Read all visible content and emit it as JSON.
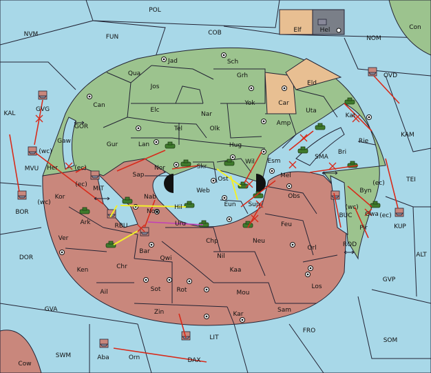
{
  "map": {
    "title": "",
    "legend": {
      "items": [
        {
          "label": "Elf",
          "color": "#e8bf92"
        },
        {
          "label": "Hel",
          "color": "#7a7f88"
        }
      ]
    },
    "colors": {
      "sea": "#a8d8e8",
      "green": "#9cc38e",
      "red": "#c9877c",
      "tan": "#e8bf92"
    },
    "provinces": [
      {
        "name": "POL"
      },
      {
        "name": "NVM"
      },
      {
        "name": "FUN"
      },
      {
        "name": "COB"
      },
      {
        "name": "NOM"
      },
      {
        "name": "Con"
      },
      {
        "name": "OVD"
      },
      {
        "name": "KAL"
      },
      {
        "name": "KAM"
      },
      {
        "name": "TEI"
      },
      {
        "name": "ALT"
      },
      {
        "name": "BOR"
      },
      {
        "name": "DOR"
      },
      {
        "name": "GVP"
      },
      {
        "name": "GVA"
      },
      {
        "name": "FRO"
      },
      {
        "name": "SOM"
      },
      {
        "name": "SWM"
      },
      {
        "name": "LIT"
      },
      {
        "name": "DAX"
      },
      {
        "name": "Cow"
      },
      {
        "name": "GVG"
      },
      {
        "name": "MVU"
      },
      {
        "name": "GOR"
      },
      {
        "name": "MIT"
      },
      {
        "name": "RBU"
      },
      {
        "name": "BUC"
      },
      {
        "name": "KUP"
      },
      {
        "name": "ROD"
      },
      {
        "name": "SMA"
      },
      {
        "name": "Jad"
      },
      {
        "name": "Sch"
      },
      {
        "name": "Qua"
      },
      {
        "name": "Jos"
      },
      {
        "name": "Grh"
      },
      {
        "name": "Eld"
      },
      {
        "name": "Can"
      },
      {
        "name": "Car"
      },
      {
        "name": "Yok"
      },
      {
        "name": "Elc"
      },
      {
        "name": "Nar"
      },
      {
        "name": "Uta"
      },
      {
        "name": "Kat"
      },
      {
        "name": "Tel"
      },
      {
        "name": "Olk"
      },
      {
        "name": "Amp"
      },
      {
        "name": "Gur"
      },
      {
        "name": "Lan"
      },
      {
        "name": "Hug"
      },
      {
        "name": "Gaw"
      },
      {
        "name": "Rie"
      },
      {
        "name": "Esm"
      },
      {
        "name": "Bri"
      },
      {
        "name": "Her"
      },
      {
        "name": "Nor"
      },
      {
        "name": "Skr"
      },
      {
        "name": "Wil"
      },
      {
        "name": "Sap"
      },
      {
        "name": "Ost"
      },
      {
        "name": "Mel"
      },
      {
        "name": "Web"
      },
      {
        "name": "Byn"
      },
      {
        "name": "Kor"
      },
      {
        "name": "Nab"
      },
      {
        "name": "Obs"
      },
      {
        "name": "Eun"
      },
      {
        "name": "Sun"
      },
      {
        "name": "Hil"
      },
      {
        "name": "Ark"
      },
      {
        "name": "Nog"
      },
      {
        "name": "Uru"
      },
      {
        "name": "Feu"
      },
      {
        "name": "Pir"
      },
      {
        "name": "Gwa"
      },
      {
        "name": "Ver"
      },
      {
        "name": "Chp"
      },
      {
        "name": "Neu"
      },
      {
        "name": "Bar"
      },
      {
        "name": "Orl"
      },
      {
        "name": "Qwi"
      },
      {
        "name": "Nil"
      },
      {
        "name": "Ken"
      },
      {
        "name": "Chr"
      },
      {
        "name": "Kaa"
      },
      {
        "name": "Sot"
      },
      {
        "name": "Rot"
      },
      {
        "name": "Los"
      },
      {
        "name": "Ail"
      },
      {
        "name": "Mou"
      },
      {
        "name": "Zin"
      },
      {
        "name": "Kar"
      },
      {
        "name": "Sam"
      },
      {
        "name": "Aba"
      },
      {
        "name": "Orn"
      }
    ],
    "coast_labels": [
      "(wc)",
      "(ec)",
      "(wc)",
      "(ec)",
      "(wc)",
      "(ec)",
      "(ec)"
    ]
  }
}
